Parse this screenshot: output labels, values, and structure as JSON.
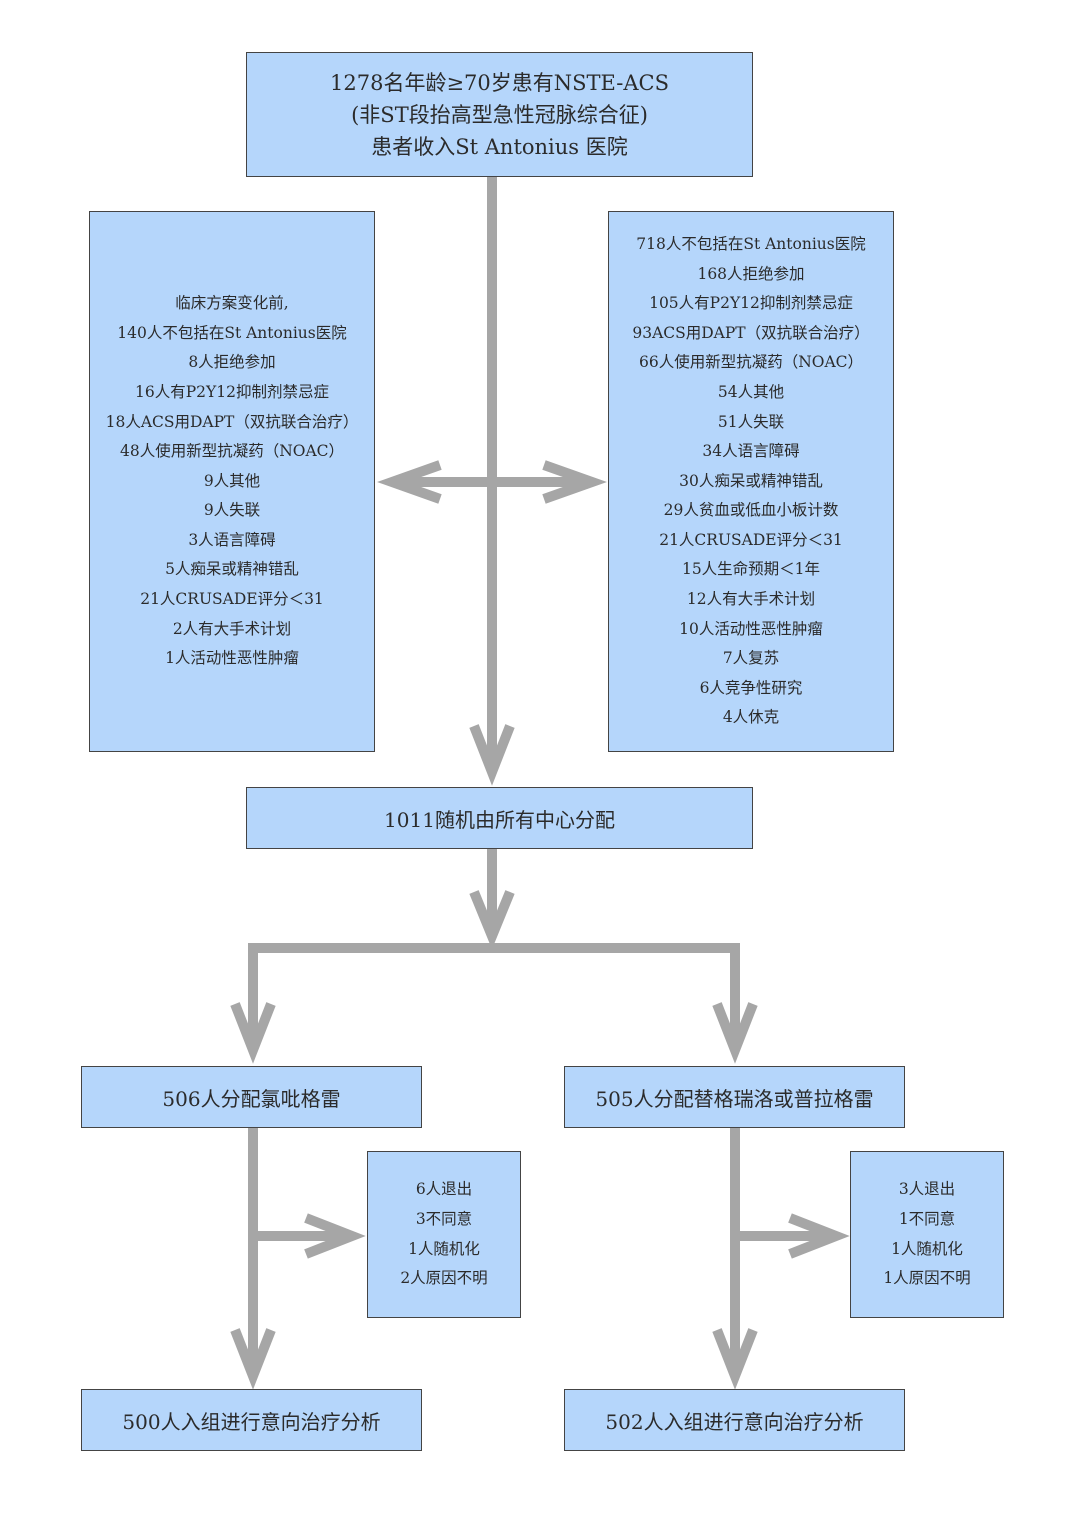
{
  "flowchart": {
    "top_box": [
      "1278名年龄≥70岁患有NSTE-ACS",
      "(非ST段抬高型急性冠脉综合征)",
      "患者收入St Antonius 医院"
    ],
    "left_exclusions": [
      "临床方案变化前,",
      "140人不包括在St Antonius医院",
      "8人拒绝参加",
      "16人有P2Y12抑制剂禁忌症",
      "18人ACS用DAPT（双抗联合治疗）",
      "48人使用新型抗凝药（NOAC）",
      "9人其他",
      "9人失联",
      "3人语言障碍",
      "5人痴呆或精神错乱",
      "21人CRUSADE评分＜31",
      "2人有大手术计划",
      "1人活动性恶性肿瘤"
    ],
    "right_exclusions": [
      "718人不包括在St Antonius医院",
      "168人拒绝参加",
      "105人有P2Y12抑制剂禁忌症",
      "93ACS用DAPT（双抗联合治疗）",
      "66人使用新型抗凝药（NOAC）",
      "54人其他",
      "51人失联",
      "34人语言障碍",
      "30人痴呆或精神错乱",
      "29人贫血或低血小板计数",
      "21人CRUSADE评分＜31",
      "15人生命预期＜1年",
      "12人有大手术计划",
      "10人活动性恶性肿瘤",
      "7人复苏",
      "6人竞争性研究",
      "4人休克"
    ],
    "randomized": "1011随机由所有中心分配",
    "arm_left": "506人分配氯吡格雷",
    "arm_right": "505人分配替格瑞洛或普拉格雷",
    "withdraw_left": [
      "6人退出",
      "3不同意",
      "1人随机化",
      "2人原因不明"
    ],
    "withdraw_right": [
      "3人退出",
      "1不同意",
      "1人随机化",
      "1人原因不明"
    ],
    "itt_left": "500人入组进行意向治疗分析",
    "itt_right": "502人入组进行意向治疗分析"
  },
  "colors": {
    "box_fill": "#b5d6fb",
    "box_border": "#444444",
    "arrow": "#a6a6a6",
    "text": "#2b2b2b"
  }
}
